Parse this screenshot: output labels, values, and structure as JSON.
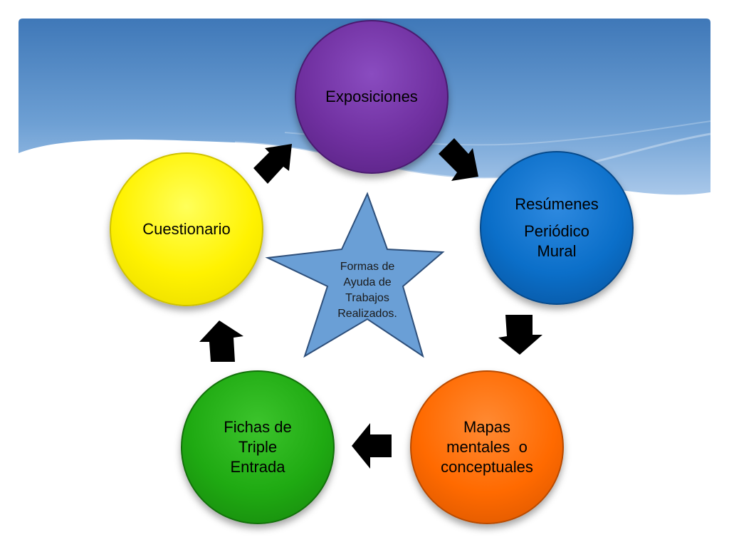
{
  "colors": {
    "sky_top": "#3f78b8",
    "sky_mid": "#6ea0d4",
    "exposiciones": "#7030a0",
    "resumenes": "#0b6fc9",
    "mapas": "#ff6a00",
    "fichas": "#1faa12",
    "cuestionario": "#fff200",
    "star_fill": "#6a9fd6",
    "arrow": "#000000"
  },
  "center": {
    "lines": [
      "Formas de",
      "Ayuda de",
      "Trabajos",
      "Realizados."
    ]
  },
  "nodes": [
    {
      "id": "exposiciones",
      "lines": [
        "Exposiciones"
      ]
    },
    {
      "id": "resumenes",
      "lines": [
        "Resúmenes",
        "Periódico",
        "Mural"
      ]
    },
    {
      "id": "mapas",
      "lines": [
        "Mapas",
        "mentales  o",
        "conceptuales"
      ]
    },
    {
      "id": "fichas",
      "lines": [
        "Fichas de",
        "Triple",
        "Entrada"
      ]
    },
    {
      "id": "cuestionario",
      "lines": [
        "Cuestionario"
      ]
    }
  ]
}
